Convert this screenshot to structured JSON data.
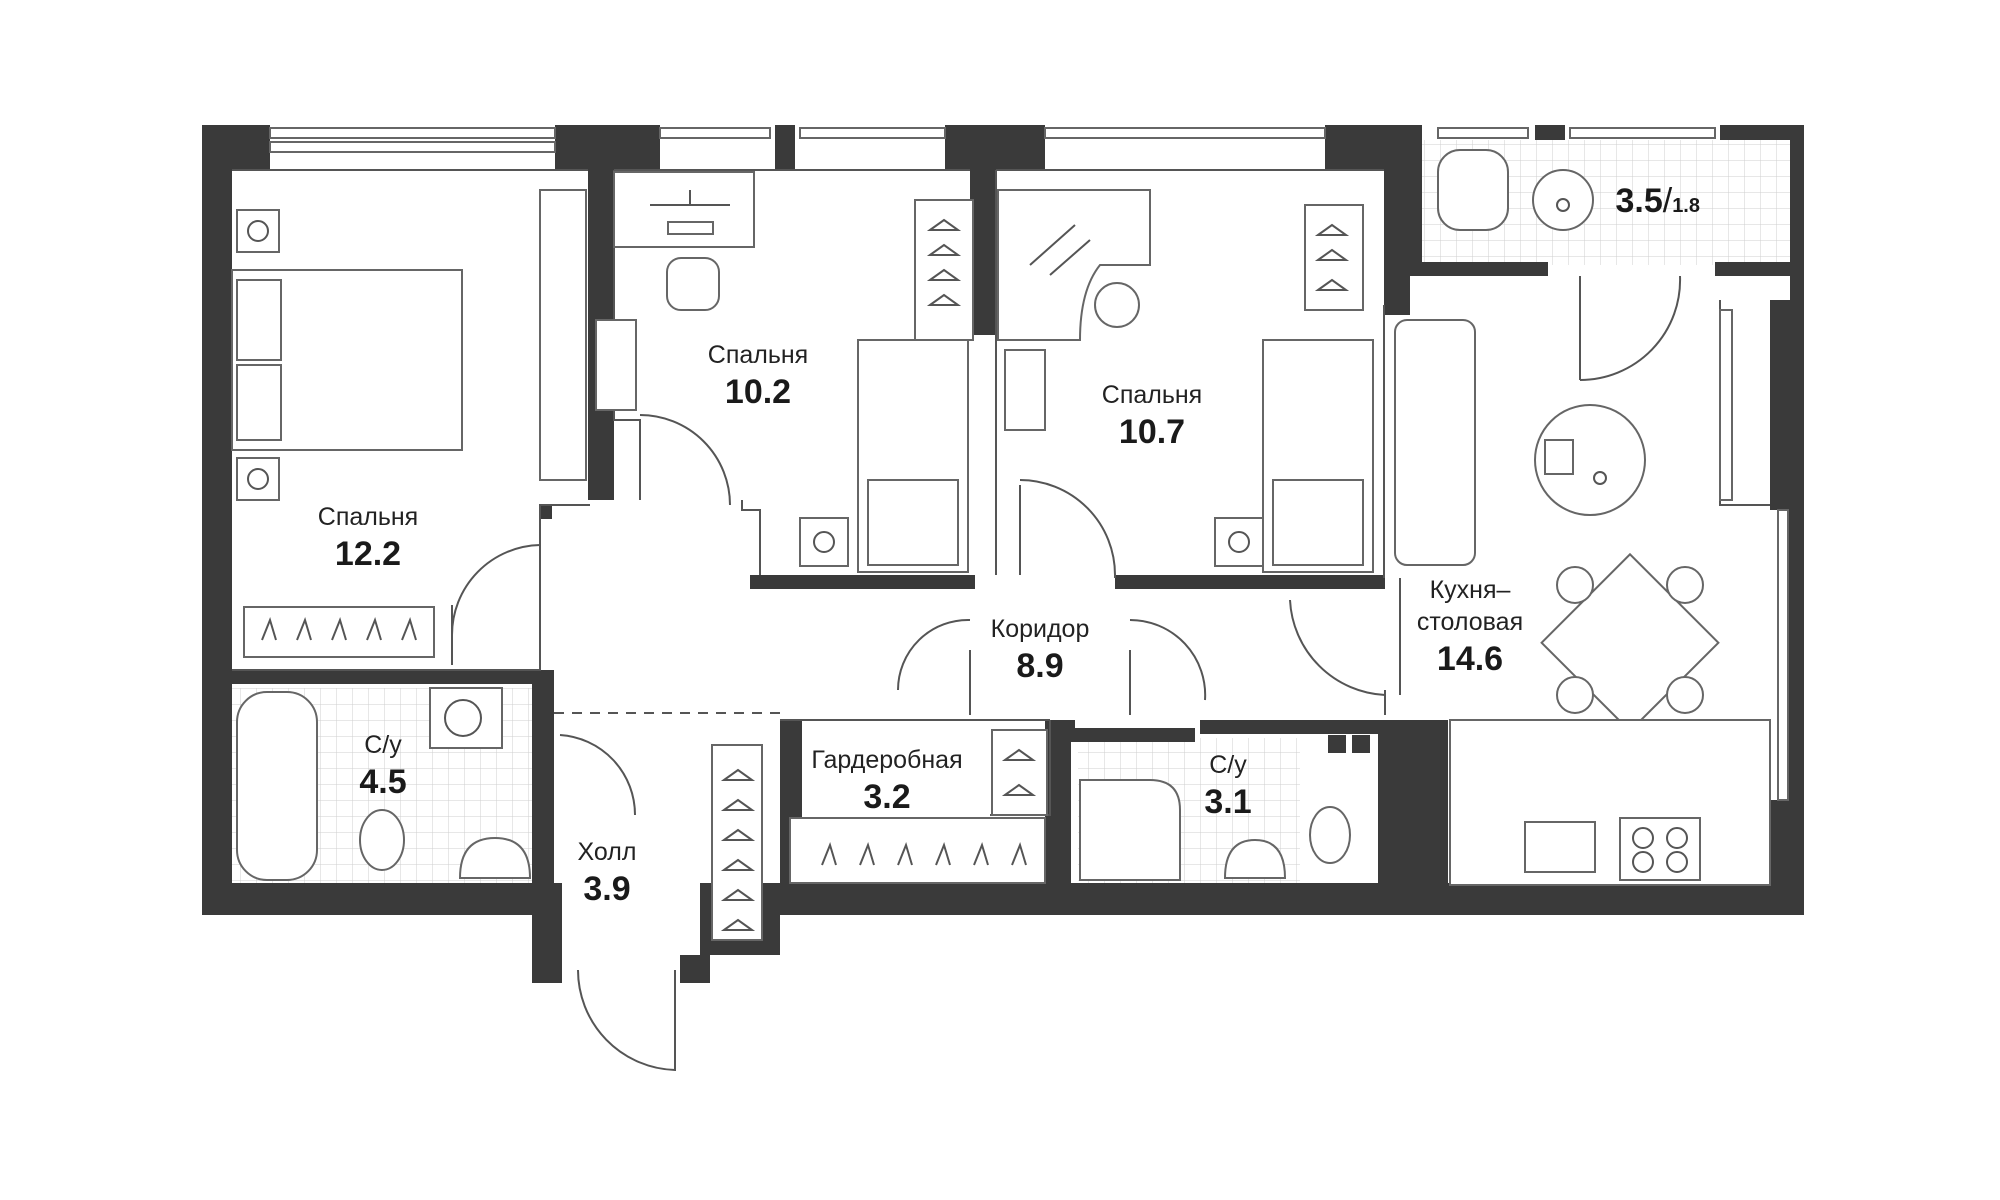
{
  "rooms": {
    "bedroom_main": {
      "name": "Спальня",
      "area": "12.2"
    },
    "bedroom_2": {
      "name": "Спальня",
      "area": "10.2"
    },
    "bedroom_3": {
      "name": "Спальня",
      "area": "10.7"
    },
    "bath_1": {
      "name": "С/у",
      "area": "4.5"
    },
    "bath_2": {
      "name": "С/у",
      "area": "3.1"
    },
    "corridor": {
      "name": "Коридор",
      "area": "8.9"
    },
    "wardrobe": {
      "name": "Гардеробная",
      "area": "3.2"
    },
    "hall": {
      "name": "Холл",
      "area": "3.9"
    },
    "kitchen": {
      "name_line1": "Кухня–",
      "name_line2": "столовая",
      "area": "14.6"
    },
    "balcony": {
      "area": "3.5",
      "separator": "/",
      "area_secondary": "1.8"
    }
  },
  "colors": {
    "wall": "#3a3a3a",
    "line": "#555555",
    "tile": "#cfcfcf",
    "background": "#ffffff"
  }
}
